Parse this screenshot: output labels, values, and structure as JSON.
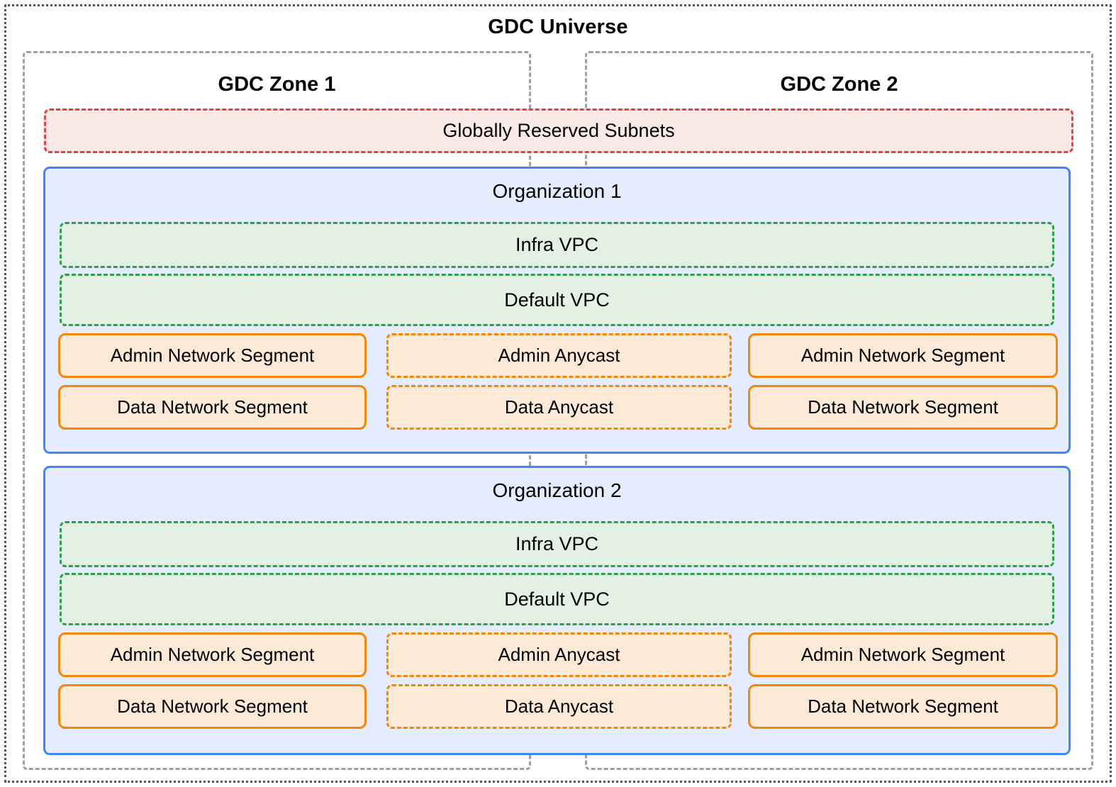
{
  "diagram": {
    "title": "GDC Universe",
    "zones": [
      {
        "title": "GDC Zone 1"
      },
      {
        "title": "GDC Zone 2"
      }
    ],
    "reserved_subnets": {
      "label": "Globally Reserved Subnets"
    },
    "organizations": [
      {
        "title": "Organization 1",
        "vpcs": [
          {
            "label": "Infra VPC"
          },
          {
            "label": "Default VPC"
          }
        ],
        "rows": [
          {
            "left": "Admin Network Segment",
            "center": "Admin Anycast",
            "right": "Admin Network Segment"
          },
          {
            "left": "Data Network Segment",
            "center": "Data Anycast",
            "right": "Data Network Segment"
          }
        ]
      },
      {
        "title": "Organization 2",
        "vpcs": [
          {
            "label": "Infra VPC"
          },
          {
            "label": "Default VPC"
          }
        ],
        "rows": [
          {
            "left": "Admin Network Segment",
            "center": "Admin Anycast",
            "right": "Admin Network Segment"
          },
          {
            "left": "Data Network Segment",
            "center": "Data Anycast",
            "right": "Data Network Segment"
          }
        ]
      }
    ]
  },
  "colors": {
    "universe_border": "#555555",
    "zone_border": "#9aa0a6",
    "reserved_border": "#e8413a",
    "reserved_fill": "#fbe9e7",
    "org_border": "#4285f4",
    "org_fill": "#e4ecfd",
    "vpc_border": "#2e9e4f",
    "vpc_fill": "#e3f1e4",
    "segment_border": "#f2870d",
    "segment_fill": "#fce9d6",
    "text": "#000000"
  }
}
